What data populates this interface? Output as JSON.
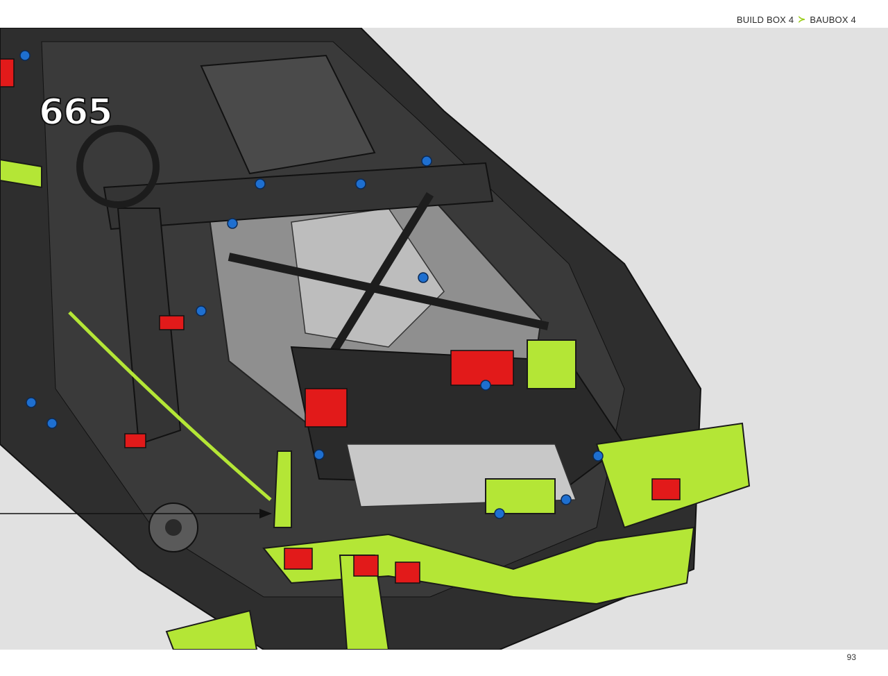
{
  "header": {
    "breadcrumb": [
      "BUILD BOX 4",
      "BAUBOX 4"
    ],
    "separator_icon": "chevron-right-icon",
    "accent_color": "#9acd1a"
  },
  "step": {
    "number": "665"
  },
  "footer": {
    "page_number": "93"
  },
  "model": {
    "description_colors": {
      "frame": "#2b2b2b",
      "accent_lime": "#b4e636",
      "red_parts": "#e21a1a",
      "blue_pins": "#1e6fd0",
      "grey_parts": "#9a9a9a"
    }
  }
}
